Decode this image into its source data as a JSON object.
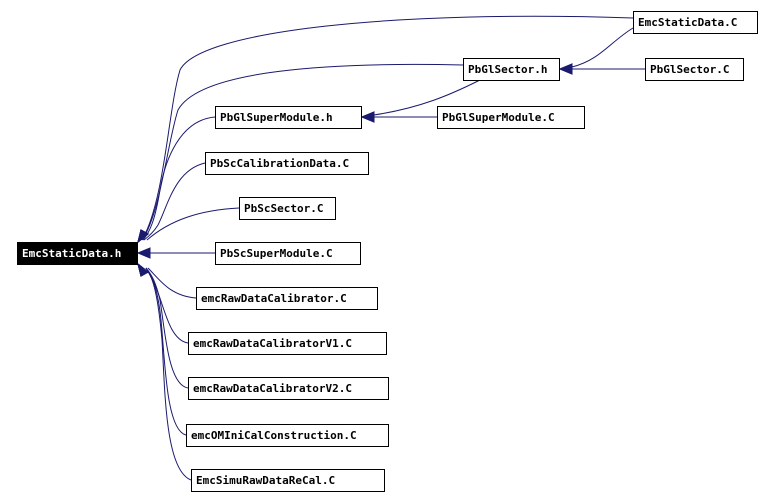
{
  "graph": {
    "root": "EmcStaticData.h",
    "nodes": [
      {
        "id": "EmcStaticData.h",
        "label": "EmcStaticData.h",
        "root": true
      },
      {
        "id": "EmcStaticData.C",
        "label": "EmcStaticData.C"
      },
      {
        "id": "PbGlSector.h",
        "label": "PbGlSector.h"
      },
      {
        "id": "PbGlSector.C",
        "label": "PbGlSector.C"
      },
      {
        "id": "PbGlSuperModule.h",
        "label": "PbGlSuperModule.h"
      },
      {
        "id": "PbGlSuperModule.C",
        "label": "PbGlSuperModule.C"
      },
      {
        "id": "PbScCalibrationData.C",
        "label": "PbScCalibrationData.C"
      },
      {
        "id": "PbScSector.C",
        "label": "PbScSector.C"
      },
      {
        "id": "PbScSuperModule.C",
        "label": "PbScSuperModule.C"
      },
      {
        "id": "emcRawDataCalibrator.C",
        "label": "emcRawDataCalibrator.C"
      },
      {
        "id": "emcRawDataCalibratorV1.C",
        "label": "emcRawDataCalibratorV1.C"
      },
      {
        "id": "emcRawDataCalibratorV2.C",
        "label": "emcRawDataCalibratorV2.C"
      },
      {
        "id": "emcOMIniCalConstruction.C",
        "label": "emcOMIniCalConstruction.C"
      },
      {
        "id": "EmcSimuRawDataReCal.C",
        "label": "EmcSimuRawDataReCal.C"
      }
    ],
    "edges": [
      {
        "from": "EmcStaticData.C",
        "to": "EmcStaticData.h"
      },
      {
        "from": "PbGlSector.h",
        "to": "EmcStaticData.h"
      },
      {
        "from": "PbGlSuperModule.h",
        "to": "EmcStaticData.h"
      },
      {
        "from": "PbScCalibrationData.C",
        "to": "EmcStaticData.h"
      },
      {
        "from": "PbScSector.C",
        "to": "EmcStaticData.h"
      },
      {
        "from": "PbScSuperModule.C",
        "to": "EmcStaticData.h"
      },
      {
        "from": "emcRawDataCalibrator.C",
        "to": "EmcStaticData.h"
      },
      {
        "from": "emcRawDataCalibratorV1.C",
        "to": "EmcStaticData.h"
      },
      {
        "from": "emcRawDataCalibratorV2.C",
        "to": "EmcStaticData.h"
      },
      {
        "from": "emcOMIniCalConstruction.C",
        "to": "EmcStaticData.h"
      },
      {
        "from": "EmcSimuRawDataReCal.C",
        "to": "EmcStaticData.h"
      },
      {
        "from": "EmcStaticData.C",
        "to": "PbGlSector.h"
      },
      {
        "from": "PbGlSector.C",
        "to": "PbGlSector.h"
      },
      {
        "from": "PbGlSector.h",
        "to": "PbGlSuperModule.h"
      },
      {
        "from": "PbGlSuperModule.C",
        "to": "PbGlSuperModule.h"
      }
    ]
  }
}
